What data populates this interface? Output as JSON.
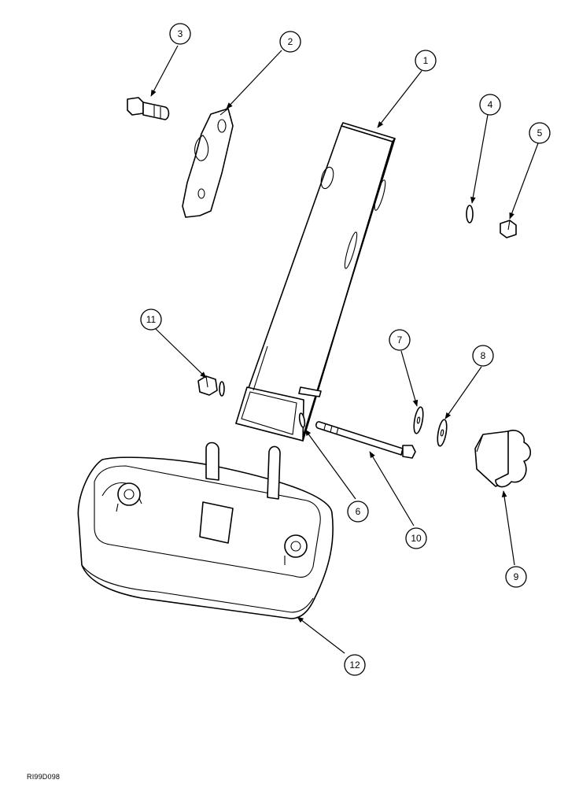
{
  "figure_code": "RI99D098",
  "callouts": [
    {
      "number": "1"
    },
    {
      "number": "2"
    },
    {
      "number": "3"
    },
    {
      "number": "4"
    },
    {
      "number": "5"
    },
    {
      "number": "6"
    },
    {
      "number": "7"
    },
    {
      "number": "8"
    },
    {
      "number": "9"
    },
    {
      "number": "10"
    },
    {
      "number": "11"
    },
    {
      "number": "12"
    }
  ]
}
